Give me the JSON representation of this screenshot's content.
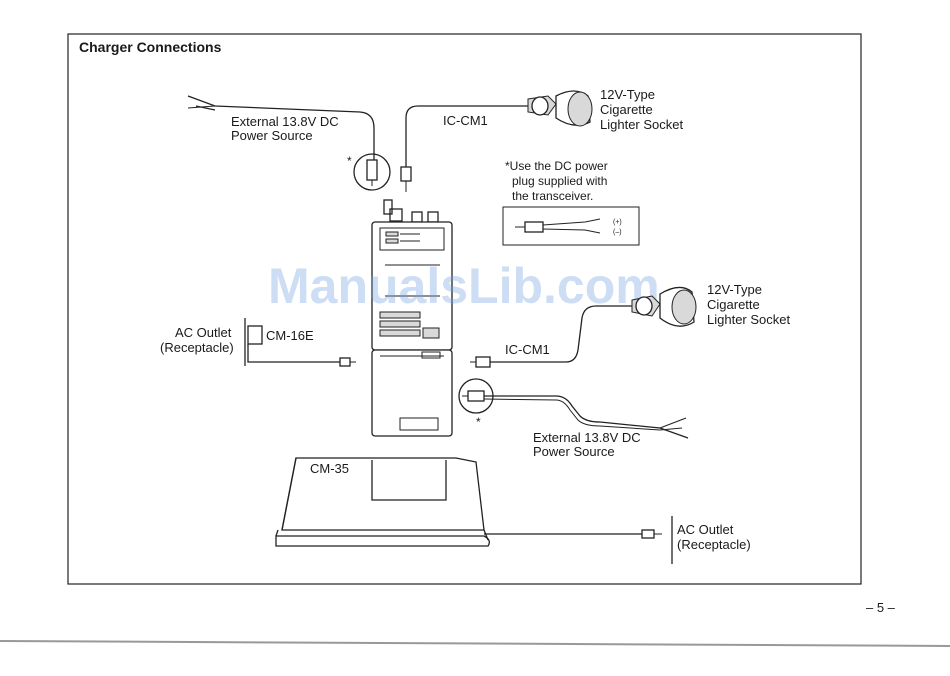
{
  "title": "Charger Connections",
  "watermark": "ManualsLib.com",
  "page_number": "– 5 –",
  "labels": {
    "ext_power_top_1": "External 13.8V DC",
    "ext_power_top_2": "Power Source",
    "ic_cm1_top": "IC-CM1",
    "socket_top_1": "12V-Type",
    "socket_top_2": "Cigarette",
    "socket_top_3": "Lighter Socket",
    "note_1": "*Use the DC power",
    "note_2": "plug supplied with",
    "note_3": "the transceiver.",
    "plus": "(+)",
    "minus": "(–)",
    "asterisk_top": "*",
    "asterisk_bottom": "*",
    "ac_outlet_left_1": "AC Outlet",
    "ac_outlet_left_2": "(Receptacle)",
    "cm16e": "CM-16E",
    "socket_right_1": "12V-Type",
    "socket_right_2": "Cigarette",
    "socket_right_3": "Lighter Socket",
    "ic_cm1_right": "IC-CM1",
    "ext_power_bottom_1": "External 13.8V DC",
    "ext_power_bottom_2": "Power Source",
    "cm35": "CM-35",
    "ac_outlet_right_1": "AC Outlet",
    "ac_outlet_right_2": "(Receptacle)"
  }
}
